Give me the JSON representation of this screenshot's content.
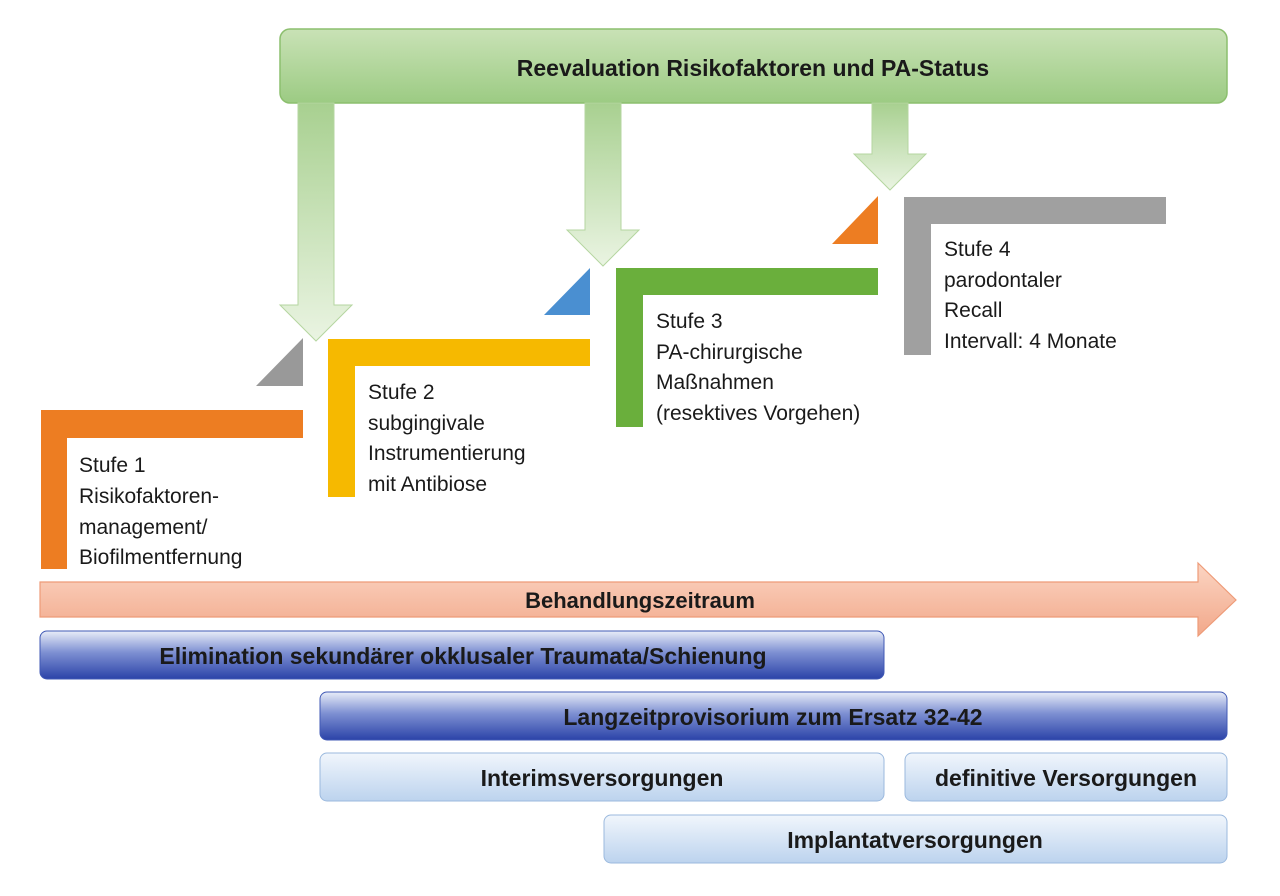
{
  "reevaluation": {
    "label": "Reevaluation Risikofaktoren und PA-Status"
  },
  "steps": [
    {
      "lines": [
        "Stufe 1",
        "Risikofaktoren-",
        "management/",
        "Biofilmentfernung"
      ],
      "color": "#ed7d22"
    },
    {
      "lines": [
        "Stufe 2",
        "subgingivale",
        "Instrumentierung",
        "mit Antibiose"
      ],
      "color": "#f6b900"
    },
    {
      "lines": [
        "Stufe 3",
        "PA-chirurgische",
        "Maßnahmen",
        "(resektives Vorgehen)"
      ],
      "color": "#6aaf3c"
    },
    {
      "lines": [
        "Stufe 4",
        "parodontaler",
        "Recall",
        "Intervall: 4 Monate"
      ],
      "color": "#a0a0a0"
    }
  ],
  "corner_triangles": [
    {
      "color": "#999999"
    },
    {
      "color": "#4a8fd1"
    },
    {
      "color": "#ed7d22"
    }
  ],
  "timeline": {
    "label": "Behandlungszeitraum"
  },
  "bars": {
    "elimination": "Elimination sekundärer okklusaler Traumata/Schienung",
    "langzeit": "Langzeitprovisorium zum Ersatz 32-42",
    "interims": "Interimsversorgungen",
    "definitive": "definitive Versorgungen",
    "implantat": "Implantatversorgungen"
  }
}
